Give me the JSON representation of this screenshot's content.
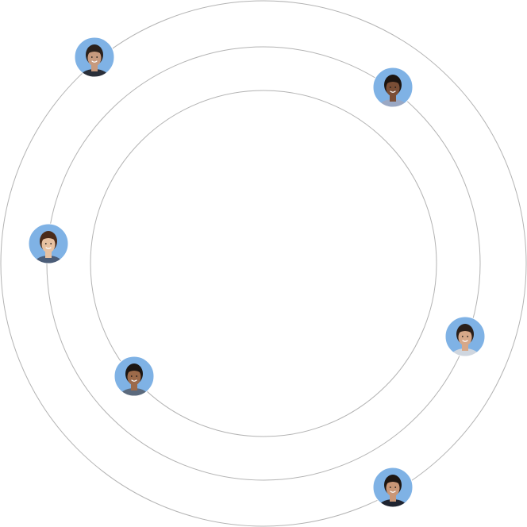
{
  "orbits": {
    "rings": [
      "outer-ring",
      "middle-ring",
      "inner-ring"
    ]
  },
  "avatars": [
    {
      "name": "avatar-man-suit-top-left",
      "bg": "#7fb2e5",
      "skin": "#c79a7e",
      "hair": "#2b211c",
      "shirt": "#2a2f3a"
    },
    {
      "name": "avatar-woman-braids-top-right",
      "bg": "#7fb2e5",
      "skin": "#7a4e36",
      "hair": "#1c1410",
      "shirt": "#9aa8c4"
    },
    {
      "name": "avatar-woman-long-hair-left",
      "bg": "#7fb2e5",
      "skin": "#e7c1a1",
      "hair": "#4a2b1a",
      "shirt": "#4b5d78"
    },
    {
      "name": "avatar-man-beard-right",
      "bg": "#7fb2e5",
      "skin": "#d6a889",
      "hair": "#2a1f1a",
      "shirt": "#cfd6df"
    },
    {
      "name": "avatar-young-man-lower-left",
      "bg": "#7fb2e5",
      "skin": "#9c6a4a",
      "hair": "#1b1512",
      "shirt": "#5b6a7d"
    },
    {
      "name": "avatar-woman-bottom-right",
      "bg": "#7fb2e5",
      "skin": "#c99676",
      "hair": "#1e1612",
      "shirt": "#1f2430"
    }
  ]
}
